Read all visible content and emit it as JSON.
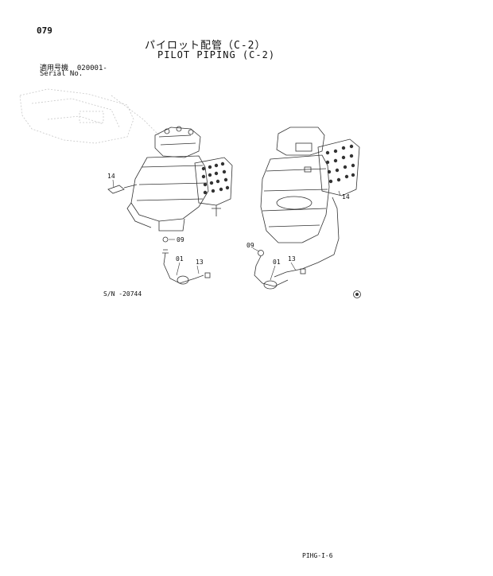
{
  "page_number": "079",
  "title_jp": "パイロット配管（C-2）",
  "title_en": "PILOT PIPING (C-2)",
  "serial": {
    "label_jp": "適用号機",
    "range": "020001-",
    "label_en": "Serial No."
  },
  "sn_note": "S/N  -20744",
  "parts": {
    "p14_left": "14",
    "p09_left": "09",
    "p01_left": "01",
    "p13_left": "13",
    "p09_right": "09",
    "p01_right": "01",
    "p13_right": "13",
    "p14_right": "14"
  },
  "footer_code": "PIHG-I-6"
}
